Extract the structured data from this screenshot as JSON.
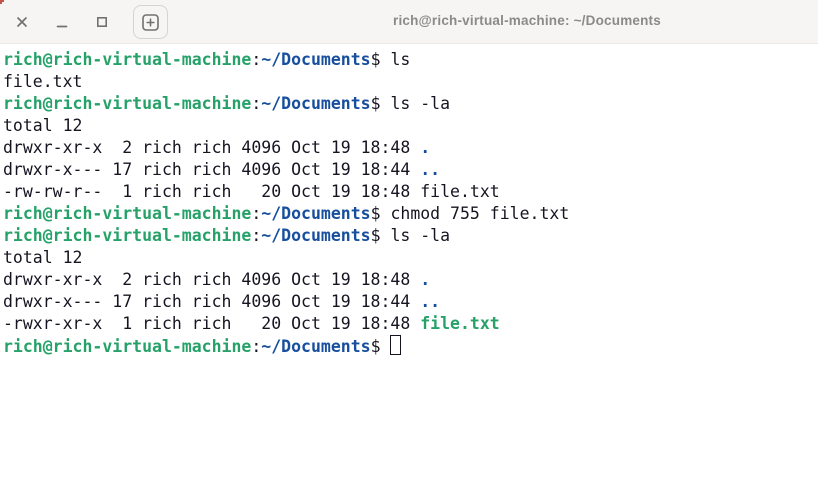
{
  "window": {
    "title": "rich@rich-virtual-machine: ~/Documents",
    "controls": {
      "close_icon": "close-x",
      "minimize_icon": "minimize-dash",
      "maximize_icon": "maximize-square",
      "new_tab_icon": "new-tab-plus-square"
    }
  },
  "colors": {
    "green": "#26a269",
    "blue": "#174f9e",
    "fg": "#171421",
    "bg": "#ffffff",
    "titlebar": "#f6f5f4",
    "title_text": "#8b8a87",
    "icon_gray": "#73716e"
  },
  "terminal": {
    "cursor_style": "hollow-block-unfocused",
    "lines": [
      {
        "segments": [
          {
            "t": "rich@rich-virtual-machine",
            "c": "green"
          },
          {
            "t": ":",
            "c": "fg"
          },
          {
            "t": "~/Documents",
            "c": "blue"
          },
          {
            "t": "$ ls",
            "c": "fg"
          }
        ]
      },
      {
        "segments": [
          {
            "t": "file.txt",
            "c": "fg"
          }
        ]
      },
      {
        "segments": [
          {
            "t": "rich@rich-virtual-machine",
            "c": "green"
          },
          {
            "t": ":",
            "c": "fg"
          },
          {
            "t": "~/Documents",
            "c": "blue"
          },
          {
            "t": "$ ls -la",
            "c": "fg"
          }
        ]
      },
      {
        "segments": [
          {
            "t": "total 12",
            "c": "fg"
          }
        ]
      },
      {
        "segments": [
          {
            "t": "drwxr-xr-x  2 rich rich 4096 Oct 19 18:48 ",
            "c": "fg"
          },
          {
            "t": ".",
            "c": "blue"
          }
        ]
      },
      {
        "segments": [
          {
            "t": "drwxr-x--- 17 rich rich 4096 Oct 19 18:44 ",
            "c": "fg"
          },
          {
            "t": "..",
            "c": "blue"
          }
        ]
      },
      {
        "segments": [
          {
            "t": "-rw-rw-r--  1 rich rich   20 Oct 19 18:48 file.txt",
            "c": "fg"
          }
        ]
      },
      {
        "segments": [
          {
            "t": "rich@rich-virtual-machine",
            "c": "green"
          },
          {
            "t": ":",
            "c": "fg"
          },
          {
            "t": "~/Documents",
            "c": "blue"
          },
          {
            "t": "$ chmod 755 file.txt",
            "c": "fg"
          }
        ]
      },
      {
        "segments": [
          {
            "t": "rich@rich-virtual-machine",
            "c": "green"
          },
          {
            "t": ":",
            "c": "fg"
          },
          {
            "t": "~/Documents",
            "c": "blue"
          },
          {
            "t": "$ ls -la",
            "c": "fg"
          }
        ]
      },
      {
        "segments": [
          {
            "t": "total 12",
            "c": "fg"
          }
        ]
      },
      {
        "segments": [
          {
            "t": "drwxr-xr-x  2 rich rich 4096 Oct 19 18:48 ",
            "c": "fg"
          },
          {
            "t": ".",
            "c": "blue"
          }
        ]
      },
      {
        "segments": [
          {
            "t": "drwxr-x--- 17 rich rich 4096 Oct 19 18:44 ",
            "c": "fg"
          },
          {
            "t": "..",
            "c": "blue"
          }
        ]
      },
      {
        "segments": [
          {
            "t": "-rwxr-xr-x  1 rich rich   20 Oct 19 18:48 ",
            "c": "fg"
          },
          {
            "t": "file.txt",
            "c": "green"
          }
        ]
      },
      {
        "segments": [
          {
            "t": "rich@rich-virtual-machine",
            "c": "green"
          },
          {
            "t": ":",
            "c": "fg"
          },
          {
            "t": "~/Documents",
            "c": "blue"
          },
          {
            "t": "$ ",
            "c": "fg"
          }
        ],
        "cursor": true
      }
    ]
  }
}
